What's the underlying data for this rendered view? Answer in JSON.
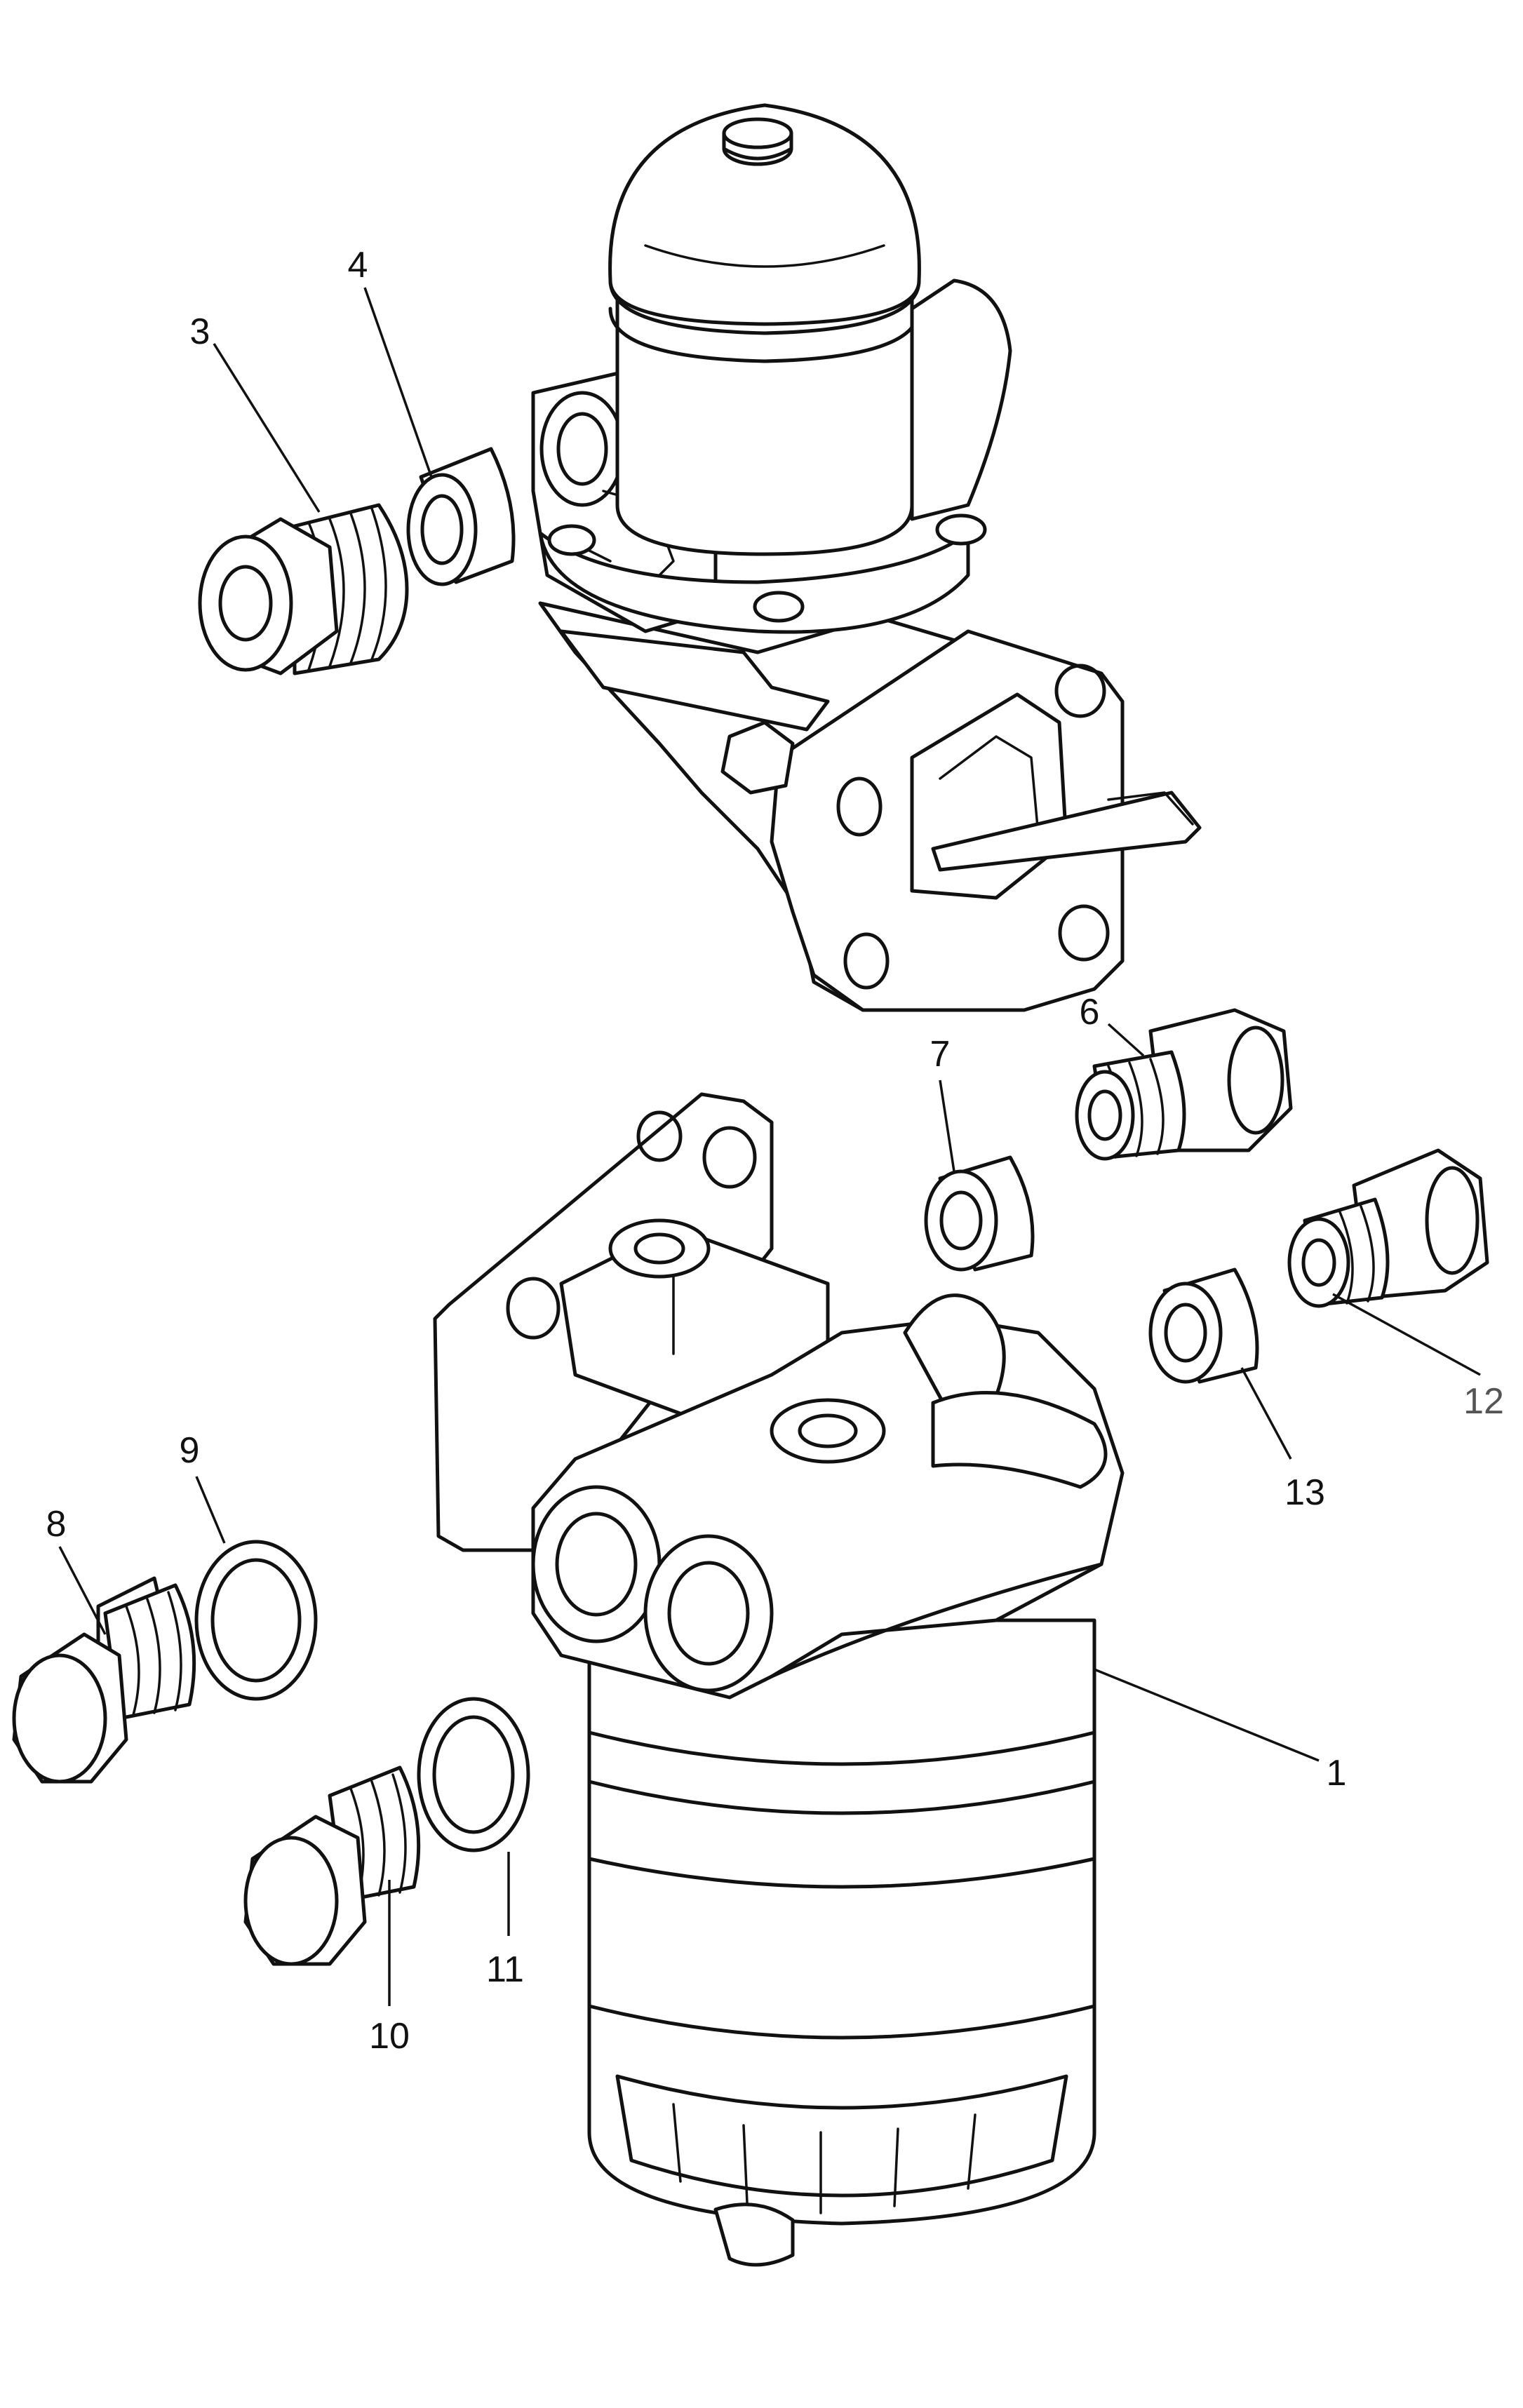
{
  "callouts": {
    "c1": "1",
    "c3": "3",
    "c4": "4",
    "c6": "6",
    "c7": "7",
    "c8": "8",
    "c9": "9",
    "c10": "10",
    "c11": "11",
    "c12": "12",
    "c13": "13"
  }
}
